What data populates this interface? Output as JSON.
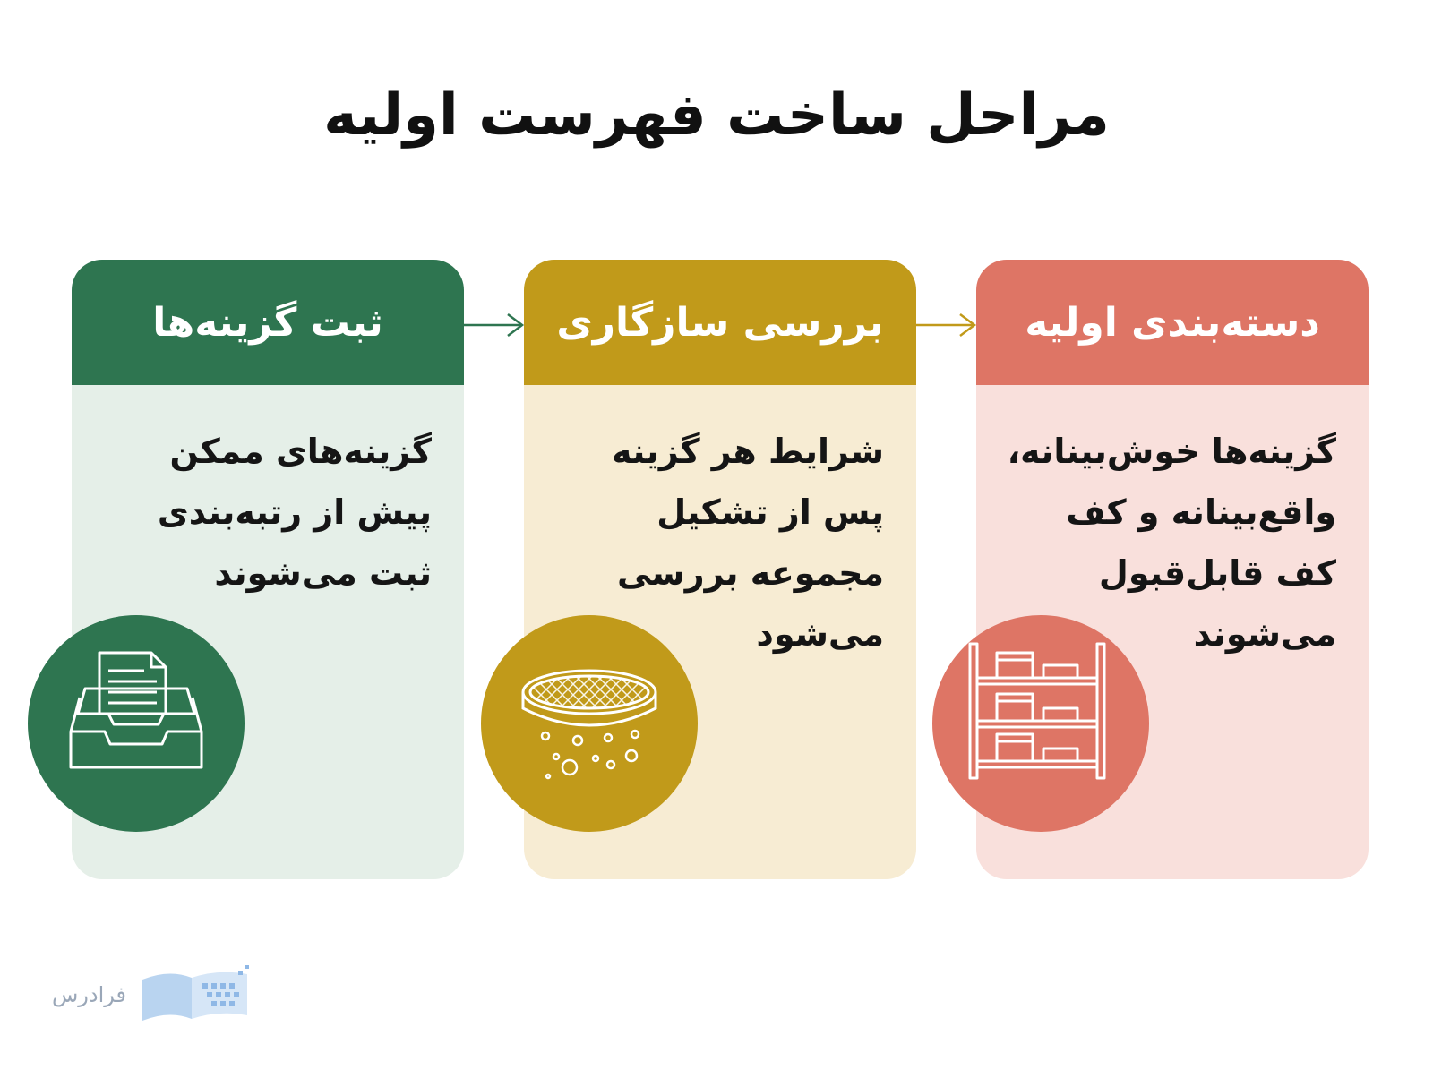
{
  "title": "مراحل ساخت فهرست اولیه",
  "steps": [
    {
      "header": "ثبت گزینه‌ها",
      "lines": [
        "گزینه‌های ممکن",
        "پیش از رتبه‌بندی",
        "ثبت می‌شوند"
      ],
      "icon": "inbox-tray-icon",
      "header_color": "#2e7550",
      "body_color": "#e5efe8",
      "badge_color": "#2e7550"
    },
    {
      "header": "بررسی سازگاری",
      "lines": [
        "شرایط هر گزینه",
        "پس از تشکیل",
        "مجموعه بررسی",
        "می‌شود"
      ],
      "icon": "sieve-icon",
      "header_color": "#c19a1a",
      "body_color": "#f7ecd3",
      "badge_color": "#c19a1a"
    },
    {
      "header": "دسته‌بندی اولیه",
      "lines": [
        "گزینه‌ها خوش‌بینانه،",
        "واقع‌بینانه و کف",
        "کف قابل‌قبول",
        "می‌شوند"
      ],
      "icon": "shelves-icon",
      "header_color": "#de7565",
      "body_color": "#f9e0dc",
      "badge_color": "#de7565"
    }
  ],
  "logo_text": "فرادرس"
}
